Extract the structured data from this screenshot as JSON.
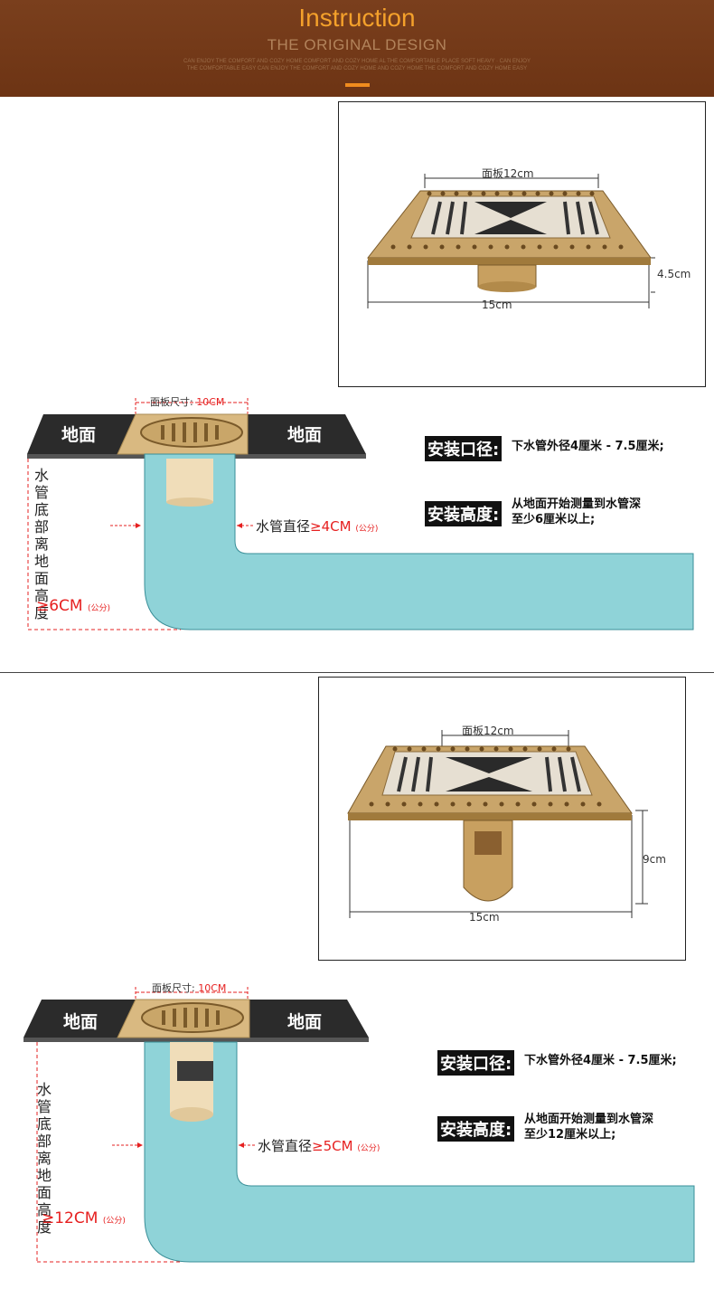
{
  "banner": {
    "title": "Instruction",
    "subtitle": "THE ORIGINAL DESIGN",
    "small_text": "CAN ENJOY THE COMFORT AND COZY HOME COMFORT AND COZY HOME AL THE COMFORTABLE PLACE SOFT HEAVY · CAN ENJOY THE COMFORTABLE EASY CAN ENJOY THE COMFORT AND COZY HOME AND COZY HOME THE COMFORT AND COZY HOME EASY"
  },
  "product1": {
    "panel": "面板12cm",
    "height": "4.5cm",
    "width": "15cm"
  },
  "diagram1": {
    "panel_label": "面板尺寸:",
    "panel_size": "10CM",
    "floor_left": "地面",
    "floor_right": "地面",
    "vertical_label": "水管底部离地面高度",
    "depth_value": "≥6CM",
    "depth_unit": "(公分)",
    "pipe_label": "水管直径",
    "pipe_value": "≥4CM",
    "pipe_unit": "(公分)",
    "caliber_tag": "安装口径:",
    "caliber_text": "下水管外径4厘米 - 7.5厘米;",
    "height_tag": "安装高度:",
    "height_text_1": "从地面开始测量到水管深",
    "height_text_2": "至少6厘米以上;"
  },
  "product2": {
    "panel": "面板12cm",
    "height": "9cm",
    "width": "15cm"
  },
  "diagram2": {
    "panel_label": "面板尺寸:",
    "panel_size": "10CM",
    "floor_left": "地面",
    "floor_right": "地面",
    "vertical_label": "水管底部离地面高度",
    "depth_value": "≥12CM",
    "depth_unit": "(公分)",
    "pipe_label": "水管直径",
    "pipe_value": "≥5CM",
    "pipe_unit": "(公分)",
    "caliber_tag": "安装口径:",
    "caliber_text": "下水管外径4厘米 - 7.5厘米;",
    "height_tag": "安装高度:",
    "height_text_1": "从地面开始测量到水管深",
    "height_text_2": "至少12厘米以上;"
  },
  "colors": {
    "banner": "#7a3f1d",
    "accent": "#f08c1e",
    "pipe": "#8fd3d8",
    "floor": "#2b2b2b",
    "drain_gold": "#d9b981",
    "dimension_red": "#e62020"
  }
}
